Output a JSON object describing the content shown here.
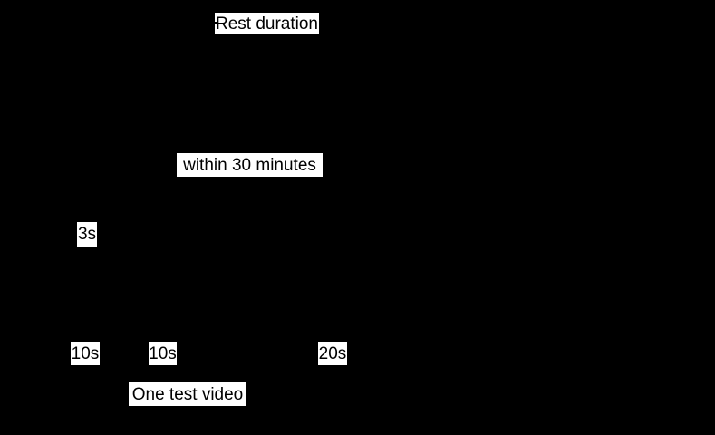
{
  "figure": {
    "type": "experiment-protocol-timeline",
    "title": "Rest duration"
  },
  "colors": {
    "background": "#000000",
    "label_background": "#ffffff",
    "label_text": "#000000"
  },
  "labels": {
    "rest_duration": "Rest duration",
    "within_30_minutes": "within 30 minutes",
    "rest_3s": "3s",
    "video1_10s": "10s",
    "video2_10s": "10s",
    "video3_20s": "20s",
    "one_test_video": "One test video"
  }
}
